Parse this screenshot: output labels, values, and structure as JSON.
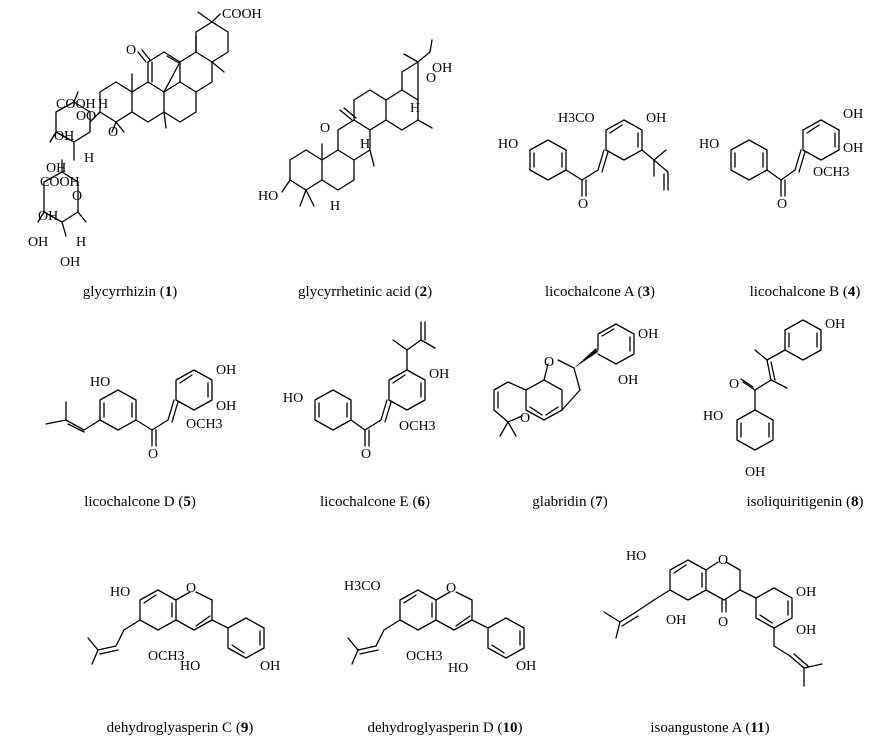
{
  "compounds": [
    {
      "id": "1",
      "name": "glycyrrhizin",
      "number": "1"
    },
    {
      "id": "2",
      "name": "glycyrrhetinic acid",
      "number": "2"
    },
    {
      "id": "3",
      "name": "licochalcone A",
      "number": "3"
    },
    {
      "id": "4",
      "name": "licochalcone B",
      "number": "4"
    },
    {
      "id": "5",
      "name": "licochalcone D",
      "number": "5"
    },
    {
      "id": "6",
      "name": "licochalcone E",
      "number": "6"
    },
    {
      "id": "7",
      "name": "glabridin",
      "number": "7"
    },
    {
      "id": "8",
      "name": "isoliquiritigenin",
      "number": "8"
    },
    {
      "id": "9",
      "name": "dehydroglyasperin C",
      "number": "9"
    },
    {
      "id": "10",
      "name": "dehydroglyasperin D",
      "number": "10"
    },
    {
      "id": "11",
      "name": "isoangustone A",
      "number": "11"
    }
  ],
  "labels": {
    "cooh": "COOH",
    "oh": "OH",
    "ho": "HO",
    "h": "H",
    "o": "O",
    "h3co": "H3CO",
    "och3": "OCH3"
  }
}
